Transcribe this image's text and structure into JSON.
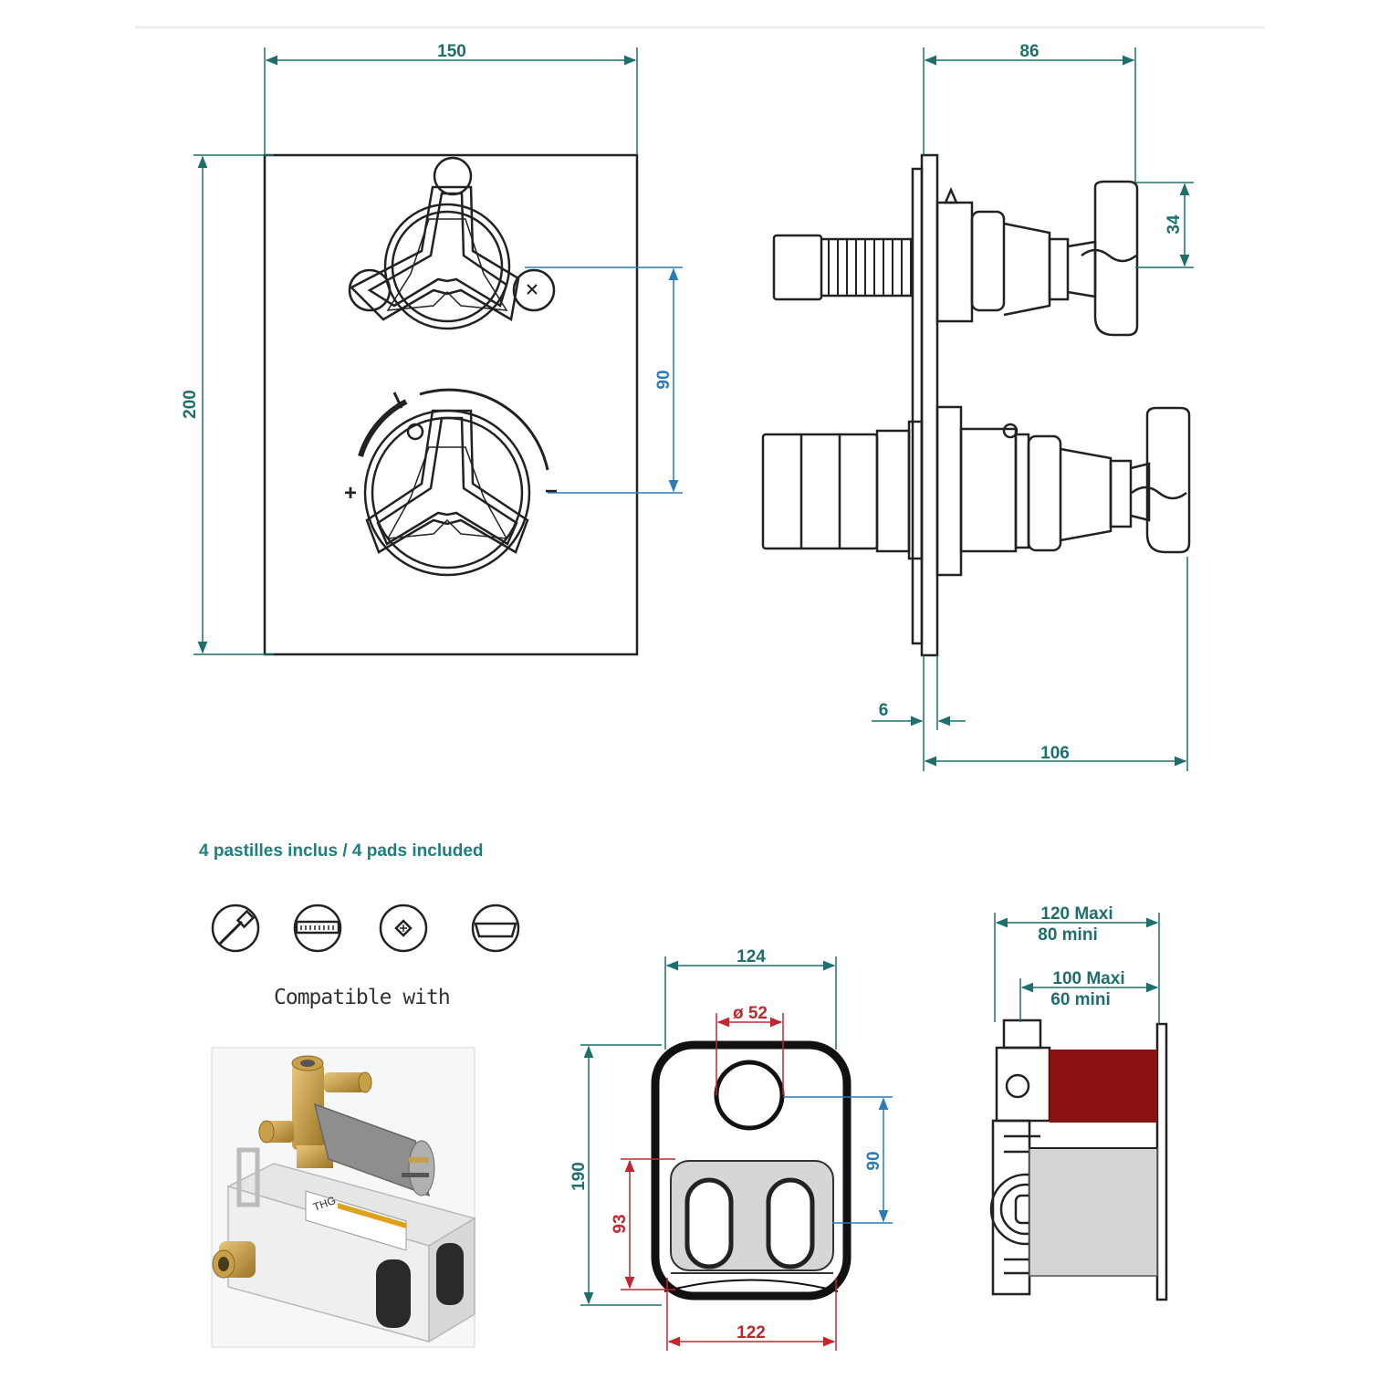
{
  "front_view": {
    "width": "150",
    "height": "200",
    "handle_spacing": "90",
    "plus_sign": "+",
    "minus_sign": "−"
  },
  "side_view": {
    "depth": "86",
    "handle_height": "34",
    "plate_thickness": "6",
    "total_depth": "106"
  },
  "pads": {
    "caption": "4 pastilles inclus / 4 pads included",
    "icons": [
      "hand-shower-icon",
      "rain-shower-icon",
      "jets-icon",
      "bathtub-icon"
    ]
  },
  "compatible_label": "Compatible with",
  "body_photo": {
    "brand": "THG"
  },
  "body_front": {
    "width": "124",
    "bore": "ø 52",
    "height": "190",
    "spacing": "90",
    "inner_height": "93",
    "inner_width": "122"
  },
  "body_side": {
    "max_depth": "120  Maxi",
    "min_depth": "80 mini",
    "max_depth2": "100  Maxi",
    "min_depth2": "60 mini"
  },
  "colors": {
    "dimension_teal": "#1f6e6e",
    "dimension_blue": "#2b7bb9",
    "dimension_red": "#c0282f",
    "body_red": "#8b1010"
  }
}
